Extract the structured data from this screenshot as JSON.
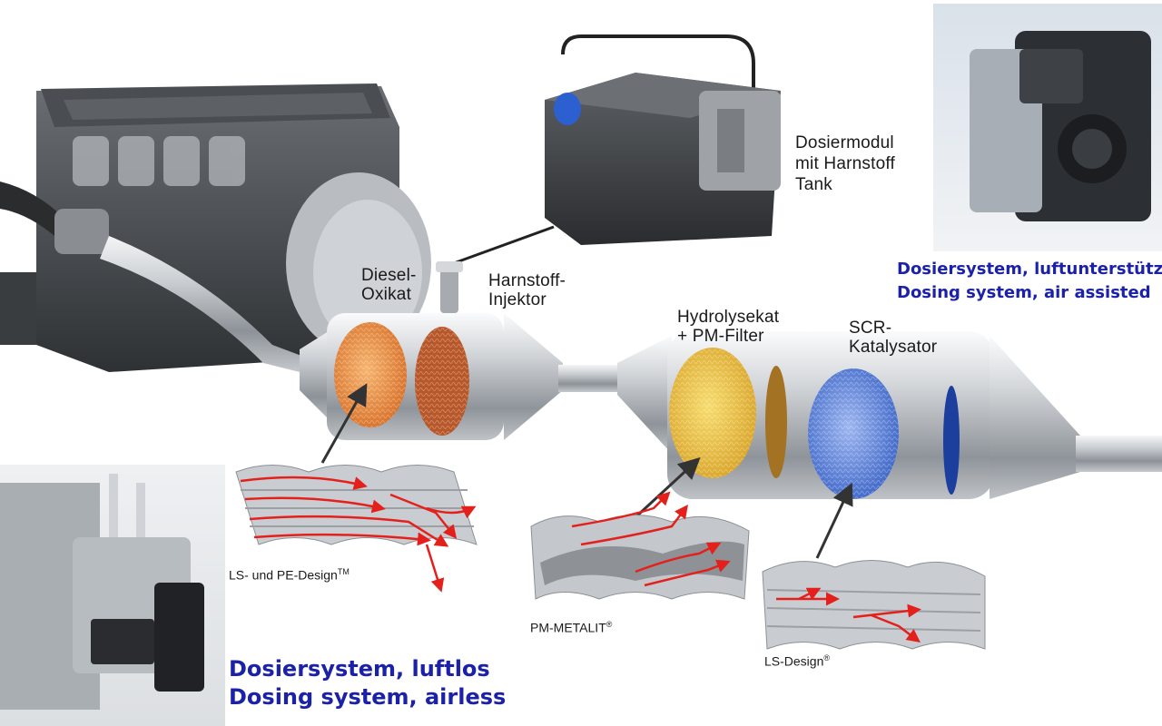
{
  "labels": {
    "diesel_oxikat": [
      "Diesel-",
      "Oxikat"
    ],
    "harnstoff_injektor": [
      "Harnstoff-",
      "Injektor"
    ],
    "dosiermodul": [
      "Dosiermodul",
      "mit Harnstoff",
      "Tank"
    ],
    "hydrolysekat": [
      "Hydrolysekat",
      "+ PM-Filter"
    ],
    "scr_katalysator": [
      "SCR-",
      "Katalysator"
    ]
  },
  "designs": {
    "ls_pe": {
      "text": "LS- und PE-Design",
      "mark": "TM"
    },
    "pm_metalit": {
      "text": "PM-METALIT",
      "mark": "®"
    },
    "ls_design": {
      "text": "LS-Design",
      "mark": "®"
    }
  },
  "captions": {
    "air_assisted": [
      "Dosiersystem, luftunterstützt",
      "Dosing system, air assisted"
    ],
    "airless": [
      "Dosiersystem, luftlos",
      "Dosing system, airless"
    ]
  },
  "colors": {
    "caption_blue": "#1c22a8",
    "flow_arrow": "#e4201c",
    "oxikat_core": "#e2873a",
    "hydrolysekat_core": "#e8c23c",
    "scr_core": "#4f79d4"
  }
}
